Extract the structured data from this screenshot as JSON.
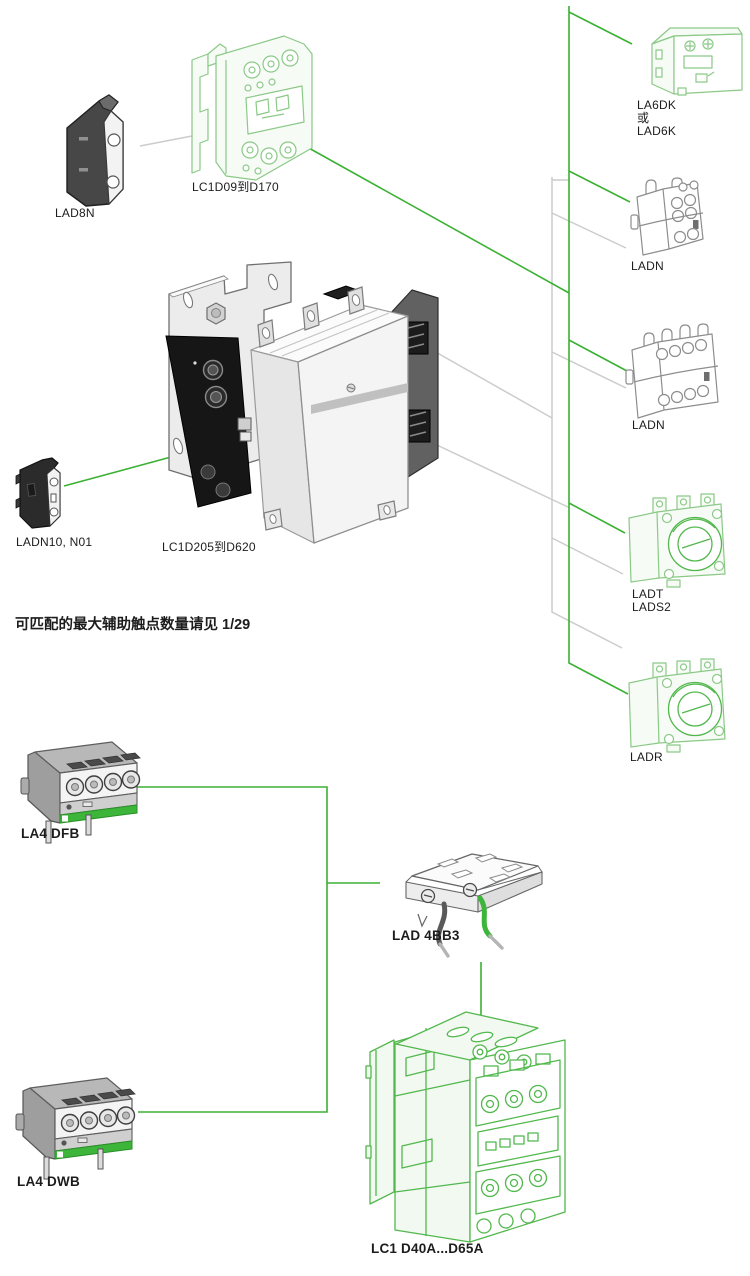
{
  "colors": {
    "line_green": "#3bb134",
    "line_gray": "#cccccc",
    "sketch_green": "#8bc987",
    "sketch_green_strong": "#52b84d",
    "sketch_gray": "#8d8d8d",
    "accent_green": "#3db53a",
    "ink": "#1c1c1c"
  },
  "components": {
    "lad8n": {
      "label": "LAD8N"
    },
    "lc1d09": {
      "label": "LC1D09到D170"
    },
    "la6dk": {
      "label_line1": "LA6DK",
      "label_line2": "或",
      "label_line3": "LAD6K"
    },
    "ladn1": {
      "label": "LADN"
    },
    "ladn2": {
      "label": "LADN"
    },
    "ladt": {
      "label_line1": "LADT",
      "label_line2": "LADS2"
    },
    "ladr": {
      "label": "LADR"
    },
    "lc1d205": {
      "label": "LC1D205到D620"
    },
    "ladn10": {
      "label": "LADN10, N01"
    },
    "la4dfb": {
      "label": "LA4 DFB"
    },
    "la4dwb": {
      "label": "LA4 DWB"
    },
    "lad4bb3": {
      "label": "LAD 4BB3"
    },
    "lc1d40a": {
      "label": "LC1 D40A...D65A"
    }
  },
  "note": {
    "text": "可匹配的最大辅助触点数量请见 1/29"
  }
}
